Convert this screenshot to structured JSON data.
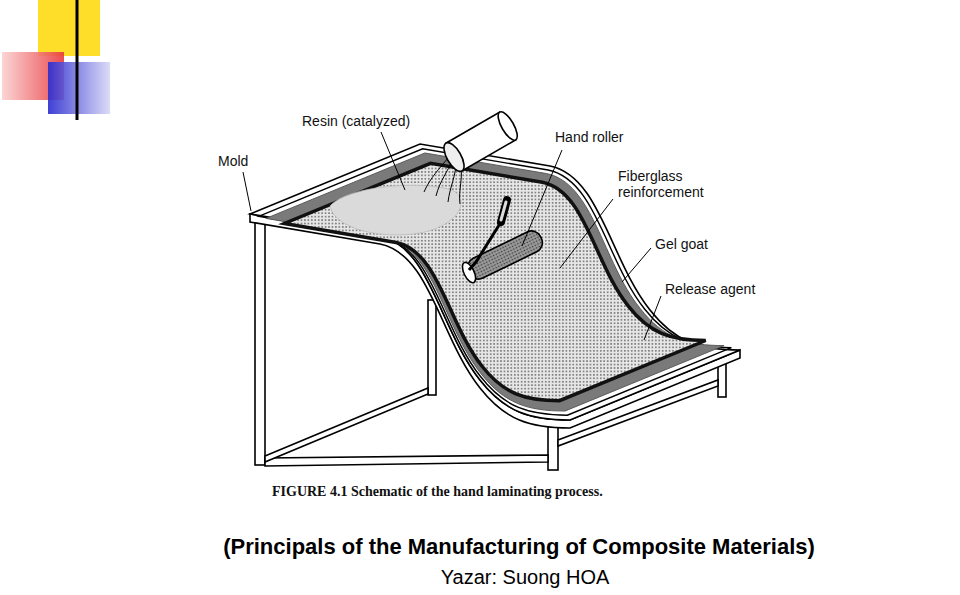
{
  "diagram": {
    "caption": "FIGURE 4.1 Schematic of the hand laminating process.",
    "labels": [
      "Resin (catalyzed)",
      "Hand roller",
      "Mold",
      "Fiberglass reinforcement",
      "Gel goat",
      "Release agent",
      "(Principals of the Manufacturing of Composite Materials)",
      "Yazar: Suong HOA"
    ]
  }
}
